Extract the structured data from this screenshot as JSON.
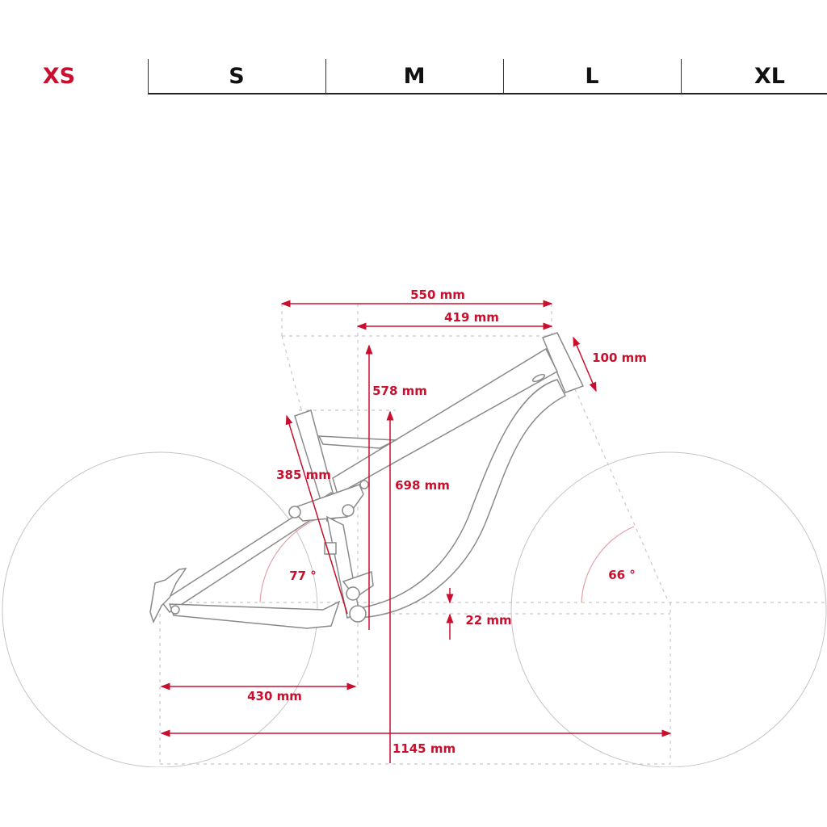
{
  "sizes": [
    {
      "label": "XS",
      "active": true
    },
    {
      "label": "S",
      "active": false
    },
    {
      "label": "M",
      "active": false
    },
    {
      "label": "L",
      "active": false
    },
    {
      "label": "XL",
      "active": false
    }
  ],
  "measurements": {
    "reach_stack_a": "550 mm",
    "reach": "419 mm",
    "head_tube": "100 mm",
    "stack": "578 mm",
    "standover": "698 mm",
    "seat_tube": "385 mm",
    "seat_angle": "77 °",
    "head_angle": "66 °",
    "bb_drop": "22 mm",
    "chainstay": "430 mm",
    "wheelbase": "1145 mm"
  },
  "colors": {
    "accent": "#c8102e",
    "line": "#9a9a9a"
  }
}
